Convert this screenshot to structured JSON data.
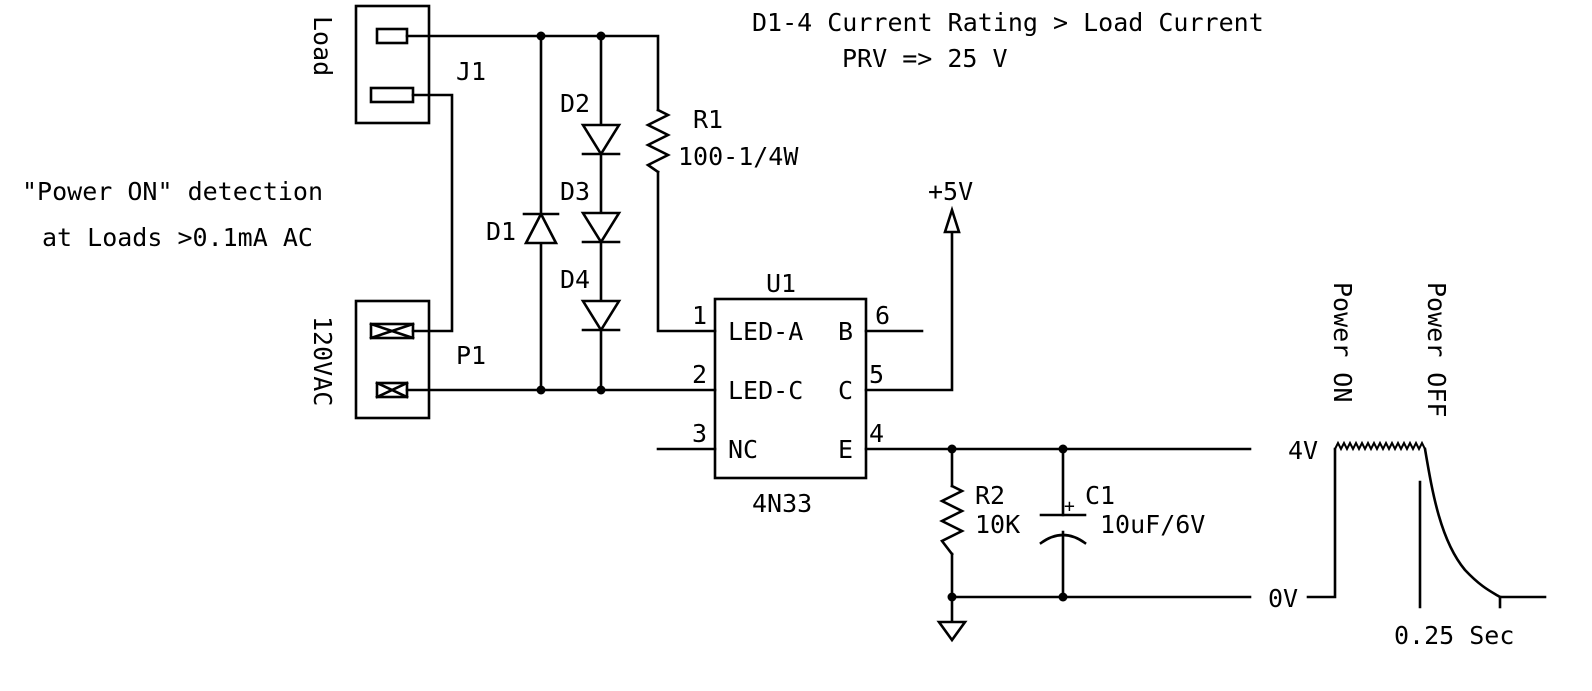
{
  "notes": {
    "rating": "D1-4 Current Rating > Load Current",
    "prv": "PRV => 25 V"
  },
  "caption": {
    "line1": "\"Power ON\" detection",
    "line2": "at Loads >0.1mA AC"
  },
  "connectors": {
    "j1": {
      "ref": "J1",
      "label": "Load"
    },
    "p1": {
      "ref": "P1",
      "label": "120VAC"
    }
  },
  "diodes": [
    "D1",
    "D2",
    "D3",
    "D4"
  ],
  "r1": {
    "ref": "R1",
    "value": "100-1/4W"
  },
  "r2": {
    "ref": "R2",
    "value": "10K"
  },
  "c1": {
    "ref": "C1",
    "value": "10uF/6V",
    "polarity": "+"
  },
  "u1": {
    "ref": "U1",
    "part": "4N33",
    "pins": [
      {
        "num": "1",
        "name": "LED-A"
      },
      {
        "num": "2",
        "name": "LED-C"
      },
      {
        "num": "3",
        "name": "NC"
      },
      {
        "num": "6",
        "name": "B"
      },
      {
        "num": "5",
        "name": "C"
      },
      {
        "num": "4",
        "name": "E"
      }
    ]
  },
  "supply": "+5V",
  "waveform": {
    "high_level": "4V",
    "low_level": "0V",
    "on_label": "Power ON",
    "off_label": "Power OFF",
    "time_label": "0.25 Sec"
  }
}
